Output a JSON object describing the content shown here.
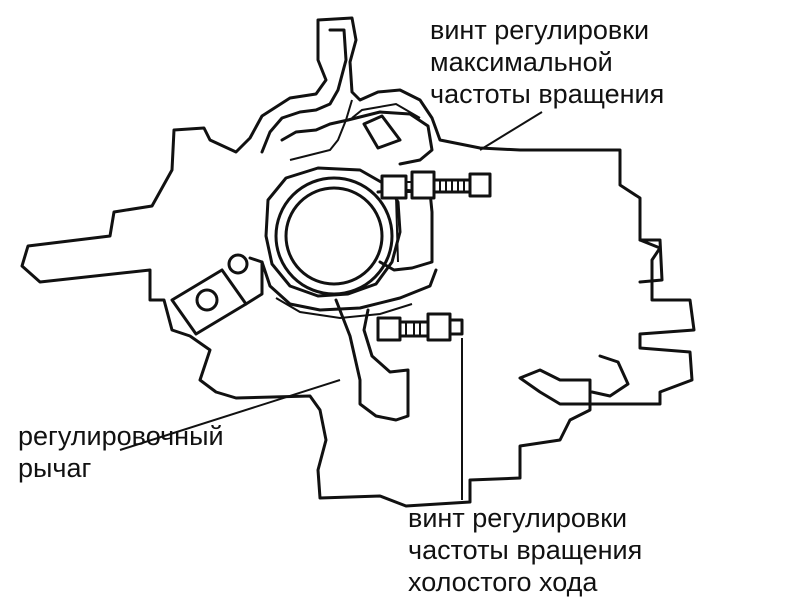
{
  "labels": {
    "max_speed_screw": [
      "винт регулировки",
      "максимальной",
      "частоты вращения"
    ],
    "control_lever": [
      "регулировочный",
      "рычаг"
    ],
    "idle_speed_screw": [
      "винт регулировки",
      "частоты вращения",
      "холостого хода"
    ]
  },
  "colors": {
    "ink": "#111111",
    "background": "#ffffff"
  }
}
